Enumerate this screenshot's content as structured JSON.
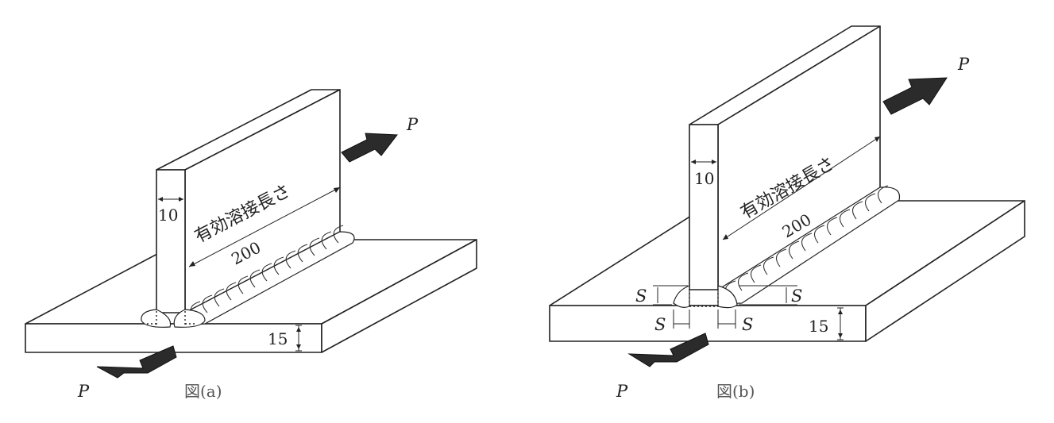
{
  "figure_a": {
    "caption": "図(a)",
    "load_top": "P",
    "load_bottom": "P",
    "plate_thickness": "10",
    "weld_length_label": "有効溶接長さ",
    "weld_length_value": "200",
    "base_thickness": "15"
  },
  "figure_b": {
    "caption": "図(b)",
    "load_top": "P",
    "load_bottom": "P",
    "plate_thickness": "10",
    "weld_length_label": "有効溶接長さ",
    "weld_length_value": "200",
    "base_thickness": "15",
    "leg_size_label": "S"
  }
}
